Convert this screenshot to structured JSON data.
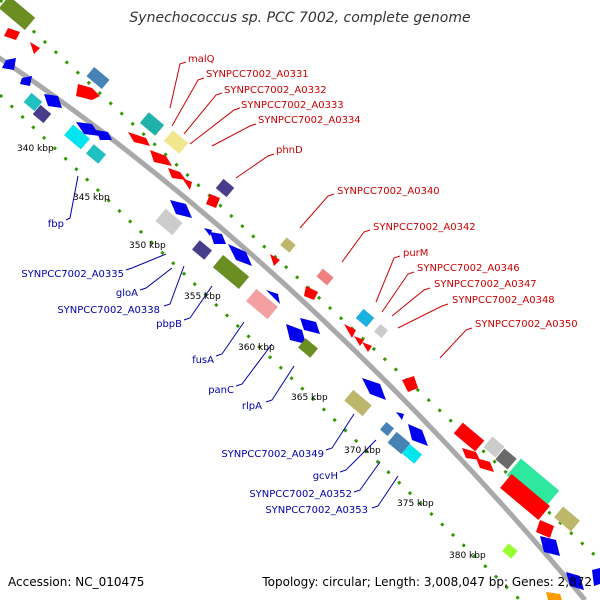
{
  "title": "Synechococcus sp. PCC 7002, complete genome",
  "footer": {
    "accession": "Accession: NC_010475",
    "summary": "Topology: circular; Length: 3,008,047 bp; Genes: 2,872"
  },
  "ticks": [
    "340 kbp",
    "345 kbp",
    "350 kbp",
    "355 kbp",
    "360 kbp",
    "365 kbp",
    "370 kbp",
    "375 kbp",
    "380 kbp"
  ],
  "forward_labels": [
    "malQ",
    "SYNPCC7002_A0331",
    "SYNPCC7002_A0332",
    "SYNPCC7002_A0333",
    "SYNPCC7002_A0334",
    "phnD",
    "SYNPCC7002_A0340",
    "SYNPCC7002_A0342",
    "purM",
    "SYNPCC7002_A0346",
    "SYNPCC7002_A0347",
    "SYNPCC7002_A0348",
    "SYNPCC7002_A0350"
  ],
  "reverse_labels": [
    "fbp",
    "SYNPCC7002_A0335",
    "gloA",
    "SYNPCC7002_A0338",
    "pbpB",
    "fusA",
    "panC",
    "rlpA",
    "SYNPCC7002_A0349",
    "gcvH",
    "SYNPCC7002_A0352",
    "SYNPCC7002_A0353"
  ],
  "colors": {
    "backbone": "#999999",
    "forward_label": "#cc0000",
    "reverse_label": "#0000aa",
    "cds_red": "#ff0000",
    "cds_blue": "#0000ee",
    "gc_green": "#339900"
  }
}
